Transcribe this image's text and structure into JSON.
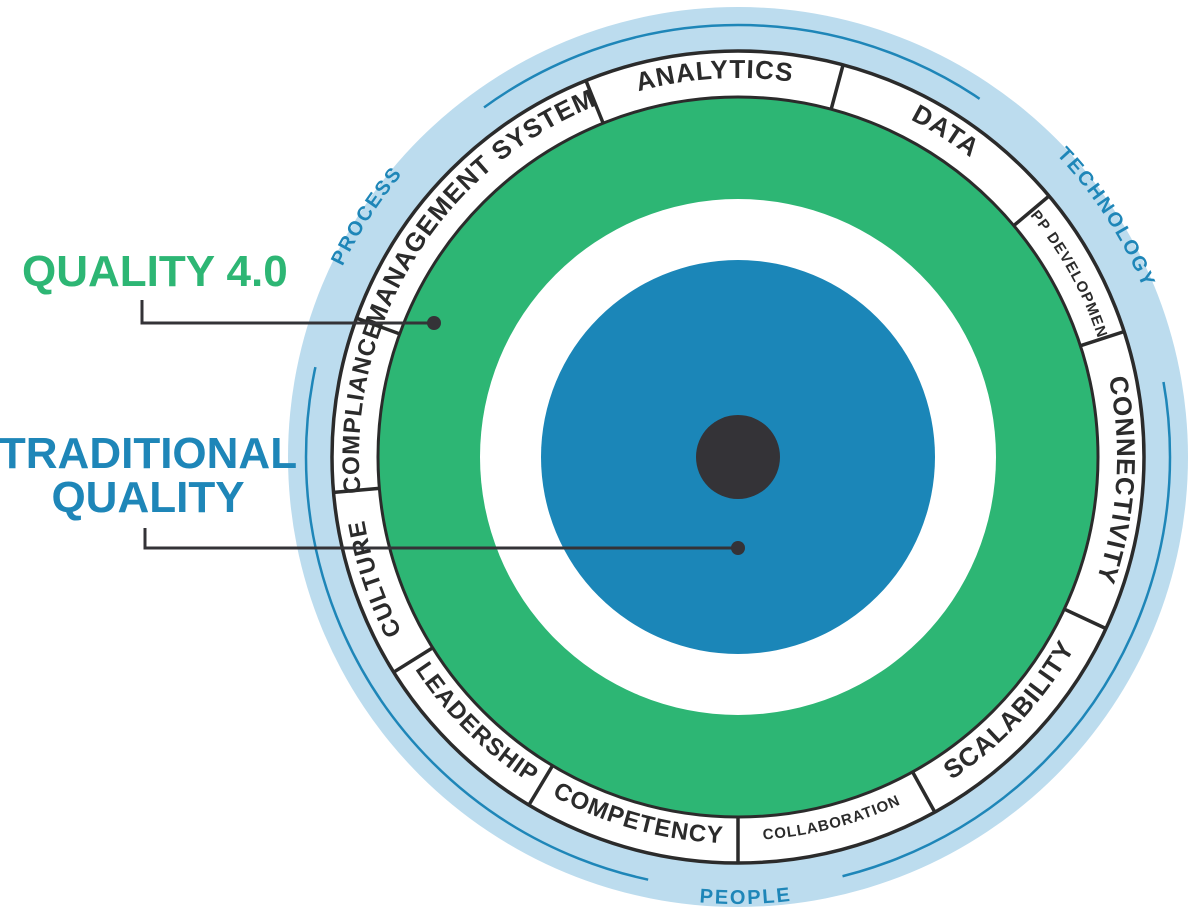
{
  "colors": {
    "outer_band": "#bcdcee",
    "outer_line": "#1e86b8",
    "outer_text": "#1e86b8",
    "segment_ring": "#ffffff",
    "segment_border": "#2b2b2b",
    "segment_text": "#2b2b2b",
    "quality40": "#2db674",
    "inner_gap": "#ffffff",
    "traditional": "#1b86b8",
    "core": "#343337",
    "callout_line": "#343337",
    "quality40_label": "#2db674",
    "traditional_label": "#1e86b8"
  },
  "labels": {
    "quality40": "QUALITY 4.0",
    "traditional_line1": "TRADITIONAL",
    "traditional_line2": "QUALITY"
  },
  "groups": [
    {
      "name": "PROCESS"
    },
    {
      "name": "TECHNOLOGY"
    },
    {
      "name": "PEOPLE"
    }
  ],
  "segments": [
    {
      "label": "ANALYTICS"
    },
    {
      "label": "DATA"
    },
    {
      "label": "APP DEVELOPMENT"
    },
    {
      "label": "CONNECTIVITY"
    },
    {
      "label": "SCALABILITY"
    },
    {
      "label": "COLLABORATION"
    },
    {
      "label": "COMPETENCY"
    },
    {
      "label": "LEADERSHIP"
    },
    {
      "label": "CULTURE"
    },
    {
      "label": "COMPLIANCE"
    },
    {
      "label": "MANAGEMENT SYSTEM"
    }
  ]
}
